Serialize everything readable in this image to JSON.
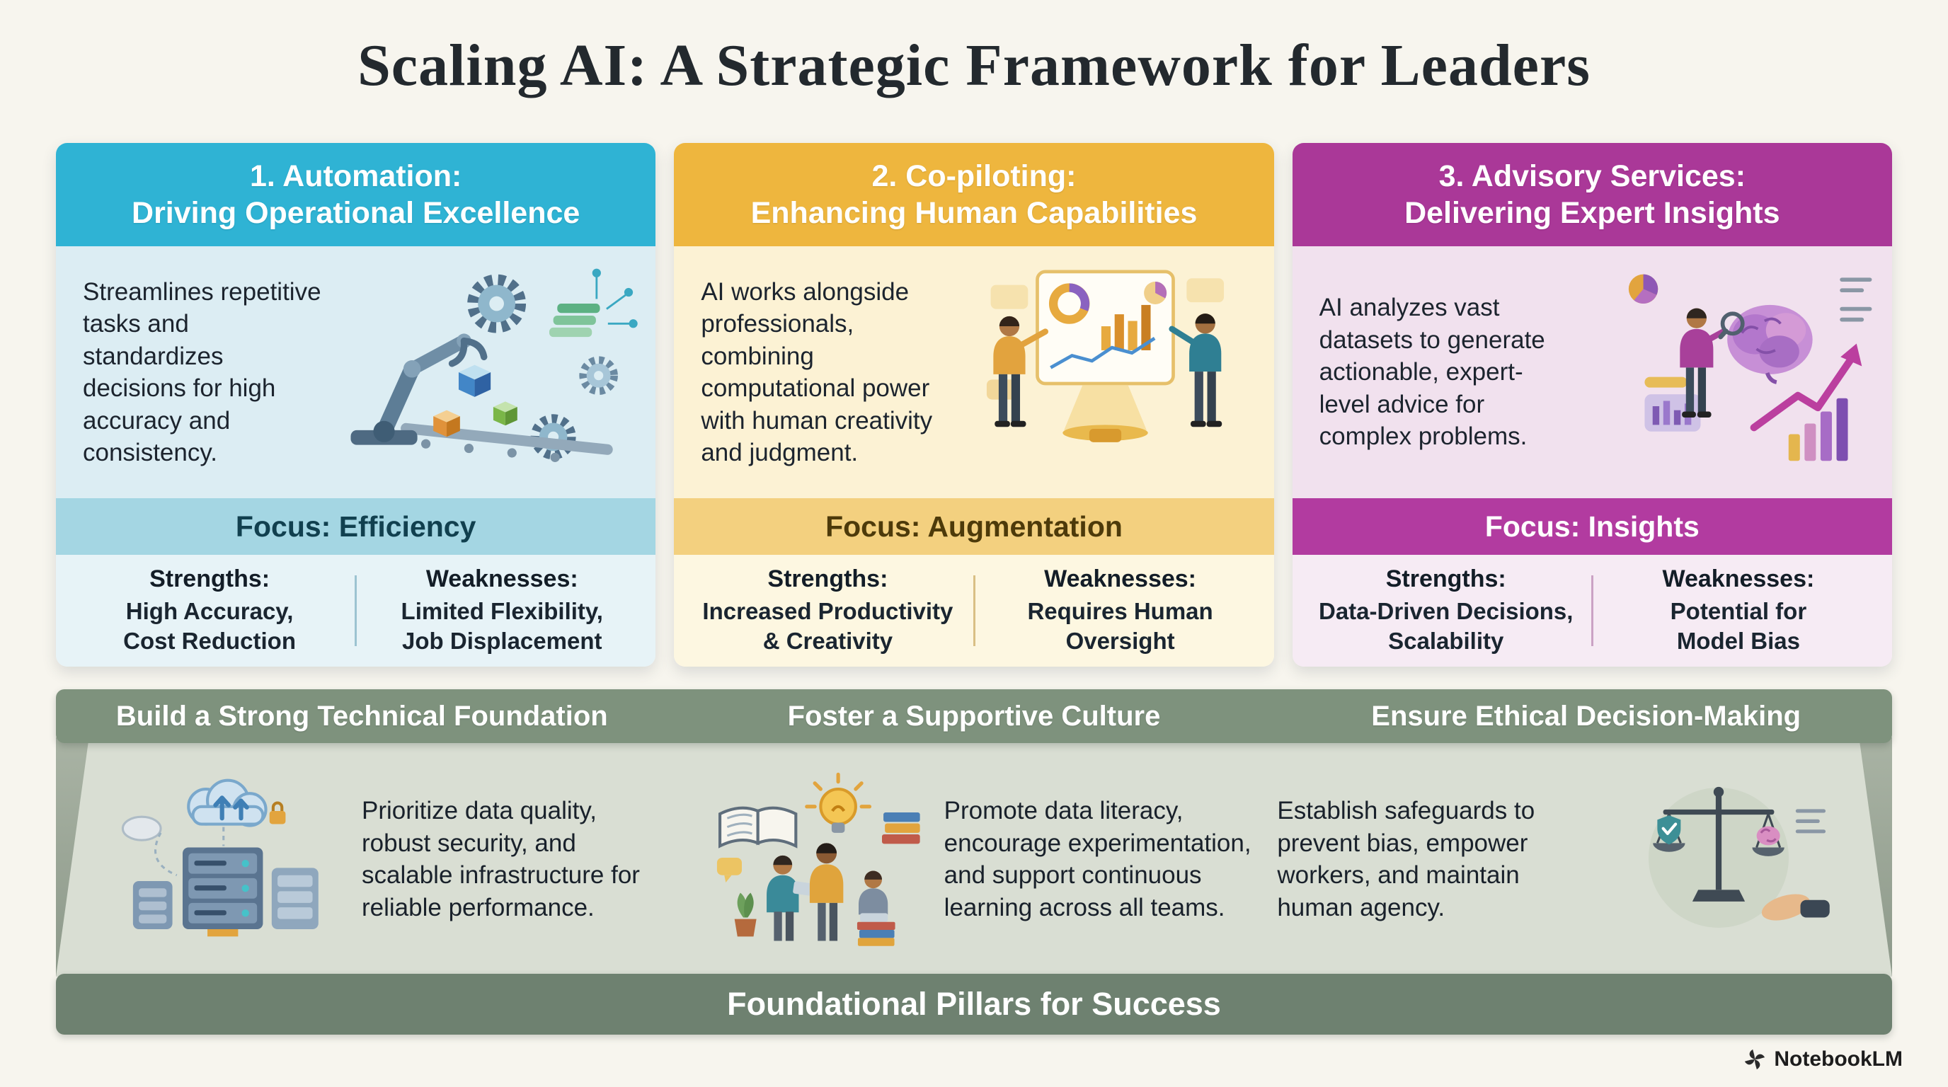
{
  "page": {
    "title": "Scaling AI: A Strategic Framework for Leaders",
    "watermark": "NotebookLM",
    "background_color": "#f7f5ee"
  },
  "cards": [
    {
      "icon": "robotic-arm-automation-illustration",
      "title_line1": "1. Automation:",
      "title_line2": "Driving Operational Excellence",
      "description": "Streamlines repetitive tasks and standardizes decisions for high accuracy and consistency.",
      "focus_label": "Focus: Efficiency",
      "strengths_label": "Strengths:",
      "strengths_text": "High Accuracy,\nCost Reduction",
      "weaknesses_label": "Weaknesses:",
      "weaknesses_text": "Limited Flexibility,\nJob Displacement",
      "colors": {
        "header_bg": "#2fb3d4",
        "body_bg": "#dcedf3",
        "focus_bg": "#a4d6e3",
        "focus_text": "#11404f",
        "footer_bg": "#e7f3f7"
      }
    },
    {
      "icon": "copiloting-dashboard-illustration",
      "title_line1": "2. Co-piloting:",
      "title_line2": "Enhancing Human Capabilities",
      "description": "AI works alongside professionals, combining computational power with human creativity and judgment.",
      "focus_label": "Focus: Augmentation",
      "strengths_label": "Strengths:",
      "strengths_text": "Increased Productivity\n& Creativity",
      "weaknesses_label": "Weaknesses:",
      "weaknesses_text": "Requires Human\nOversight",
      "colors": {
        "header_bg": "#eeb63e",
        "body_bg": "#fcf2d4",
        "focus_bg": "#f3d07f",
        "focus_text": "#4d3a0a",
        "footer_bg": "#fdf7e1"
      }
    },
    {
      "icon": "advisory-insights-illustration",
      "title_line1": "3. Advisory Services:",
      "title_line2": "Delivering Expert Insights",
      "description": "AI analyzes vast datasets to generate actionable, expert-level advice for complex problems.",
      "focus_label": "Focus: Insights",
      "strengths_label": "Strengths:",
      "strengths_text": "Data-Driven Decisions,\nScalability",
      "weaknesses_label": "Weaknesses:",
      "weaknesses_text": "Potential for\nModel Bias",
      "colors": {
        "header_bg": "#aa3898",
        "body_bg": "#f1e1ee",
        "focus_bg": "#b23ba0",
        "focus_text": "#ffffff",
        "footer_bg": "#f6ebf4"
      }
    }
  ],
  "pillars": {
    "items": [
      {
        "icon": "server-infrastructure-illustration",
        "title": "Build a Strong Technical Foundation",
        "description": "Prioritize data quality, robust security, and scalable infrastructure for reliable performance."
      },
      {
        "icon": "learning-culture-illustration",
        "title": "Foster a Supportive Culture",
        "description": "Promote data literacy, encourage experimentation, and support continuous learning across all teams."
      },
      {
        "icon": "ethics-balance-scale-illustration",
        "title": "Ensure Ethical Decision-Making",
        "description": "Establish safeguards to prevent bias, empower workers, and maintain human agency."
      }
    ],
    "footer": "Foundational Pillars for Success",
    "colors": {
      "header_bar_bg": "#7e927d",
      "surface_bg": "#d9ded3",
      "wall_bg": "#9aa694",
      "footer_bar_bg": "#6e8170"
    }
  }
}
